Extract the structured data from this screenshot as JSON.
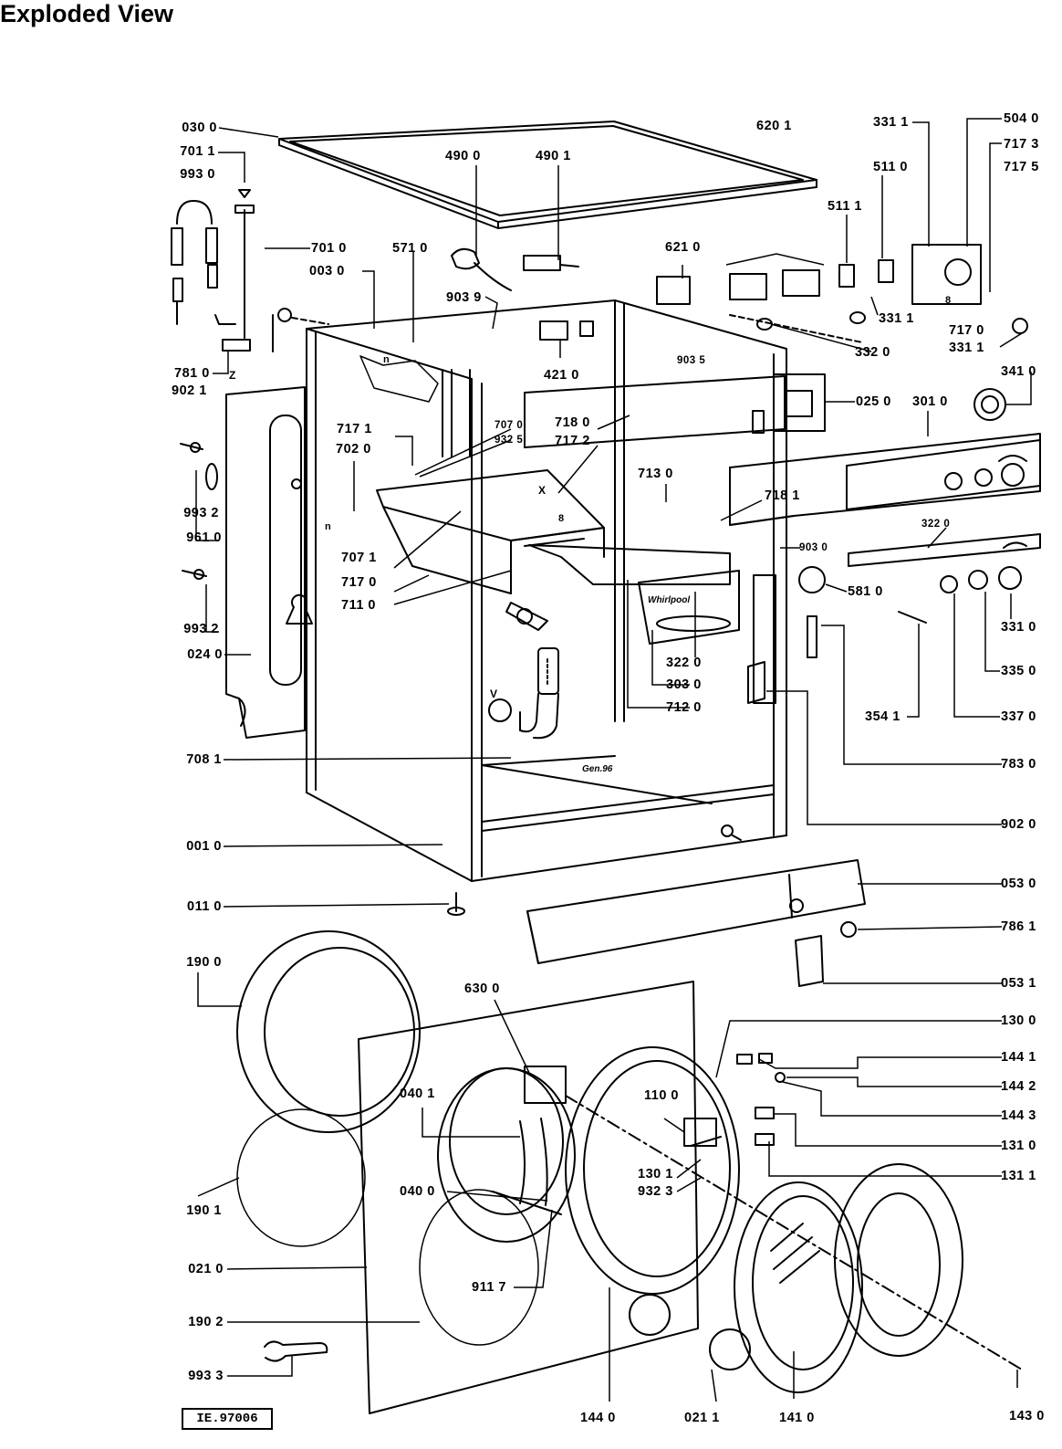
{
  "title": "Exploded View",
  "reference_code": "IE.97006",
  "labels": {
    "l0300": "030 0",
    "l7011a": "701 1",
    "l9930": "993 0",
    "l7010": "701 0",
    "l0030": "003 0",
    "l7810": "781 0",
    "l9021": "902 1",
    "l4900": "490 0",
    "l4901": "490 1",
    "l5710": "571 0",
    "l9039": "903 9",
    "l4210": "421 0",
    "l6201": "620 1",
    "l6210": "621 0",
    "l3311a": "331 1",
    "l5110": "511 0",
    "l5111": "511 1",
    "l3311b": "331 1",
    "l3320": "332 0",
    "l5040": "504 0",
    "l7173": "717 3",
    "l7175": "717 5",
    "l7170b": "717 0",
    "l3311c": "331 1",
    "l3410": "341 0",
    "l9035": "903 5",
    "l0250": "025 0",
    "l3010": "301 0",
    "l7171": "717 1",
    "l7020": "702 0",
    "l7070": "707 0",
    "l9325": "932 5",
    "l7180": "718 0",
    "l7172": "717 2",
    "l7130": "713 0",
    "l7181": "718 1",
    "l3220a": "322 0",
    "l9030": "903 0",
    "l5810": "581 0",
    "l9932a": "993 2",
    "l9610": "961 0",
    "l7071": "707 1",
    "l7170": "717 0",
    "l7110": "711 0",
    "l9932b": "993 2",
    "l0240": "024 0",
    "l3220b": "322 0",
    "l3030": "303 0",
    "l7120": "712 0",
    "l3310": "331 0",
    "l3350": "335 0",
    "l3541": "354 1",
    "l3370": "337 0",
    "l7081": "708 1",
    "l7830": "783 0",
    "l9020": "902 0",
    "l0010": "001 0",
    "l0530": "053 0",
    "l0110": "011 0",
    "l7861": "786 1",
    "l1900": "190 0",
    "l0531": "053 1",
    "l6300": "630 0",
    "l1300": "130 0",
    "l1441": "144 1",
    "l1442": "144 2",
    "l0401": "040 1",
    "l1100": "110 0",
    "l1443": "144 3",
    "l1310": "131 0",
    "l1301": "130 1",
    "l9323": "932 3",
    "l1311": "131 1",
    "l1901": "190 1",
    "l0400": "040 0",
    "l0210": "021 0",
    "l9117": "911 7",
    "l1902": "190 2",
    "l9933": "993 3",
    "l1440": "144 0",
    "l0211": "021 1",
    "l1410": "141 0",
    "l1430": "143 0"
  },
  "drawing_text": {
    "brand": "Whirlpool",
    "mark_x": "X",
    "mark_v": "V",
    "mark_z": "Z",
    "mark_n1": "n",
    "mark_n2": "n",
    "mark_8a": "8",
    "mark_8b": "8",
    "mark_gen": "Gen.96"
  },
  "colors": {
    "ink": "#000000",
    "paper": "#ffffff"
  }
}
